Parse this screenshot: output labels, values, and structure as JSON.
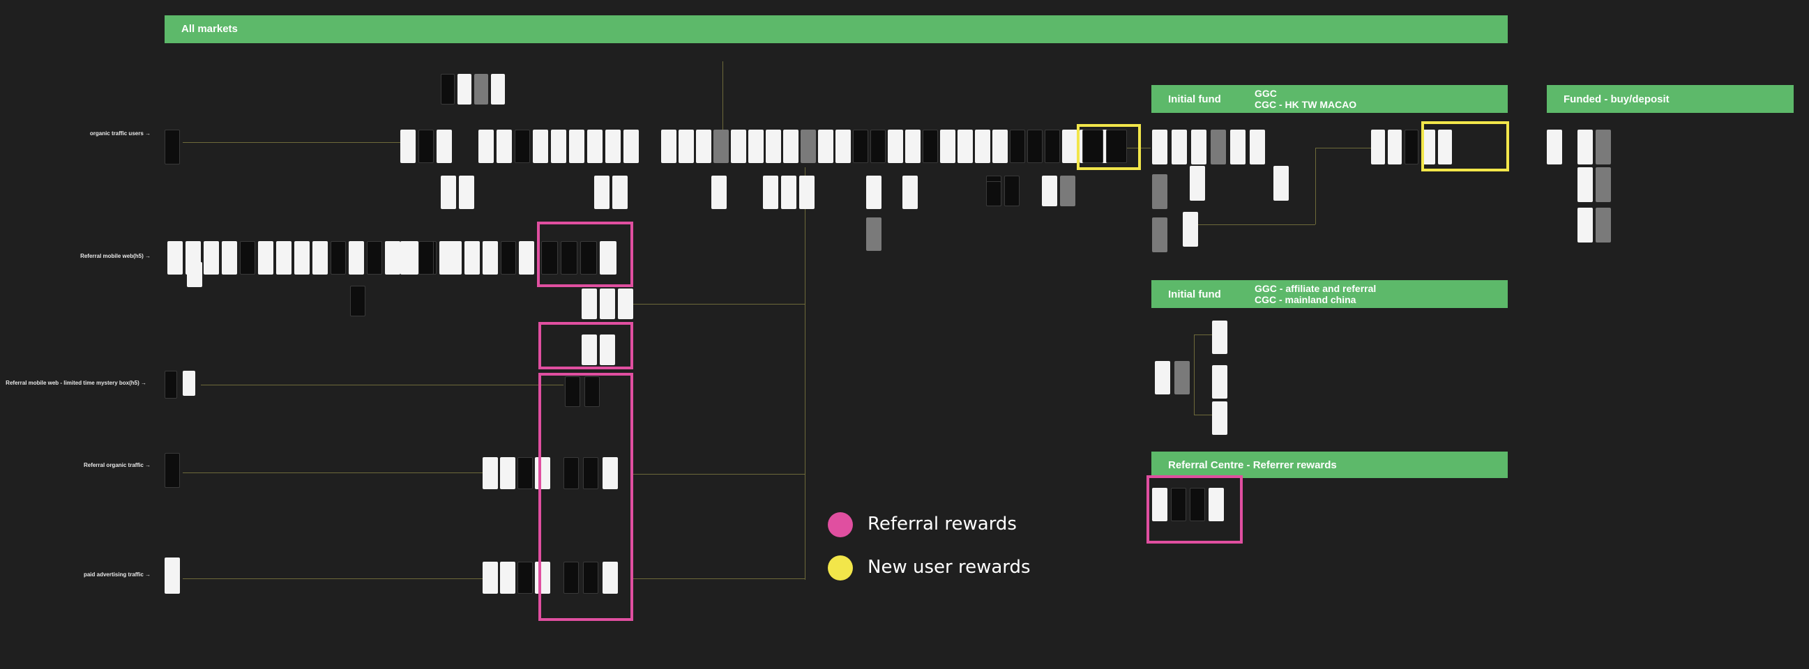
{
  "banners": {
    "all_markets": "All markets",
    "initial_fund_1": {
      "title": "Initial fund",
      "subtitle": "GGC\nCGC - HK TW MACAO"
    },
    "funded": "Funded - buy/deposit",
    "initial_fund_2": {
      "title": "Initial fund",
      "subtitle": "GGC - affiliate and referral\nCGC - mainland china"
    },
    "referral_centre": "Referral Centre - Referrer rewards"
  },
  "rows": {
    "organic": "organic traffic users →",
    "referral_web": "Referral mobile web(h5) →",
    "mystery_box": "Referral mobile web - limited time mystery box(h5) →",
    "referral_organic": "Referral organic traffic →",
    "paid_ads": "paid advertising traffic →"
  },
  "legend": {
    "referral": {
      "label": "Referral rewards",
      "color": "#e04fa0"
    },
    "new_user": {
      "label": "New user rewards",
      "color": "#f2e64a"
    }
  },
  "colors": {
    "background": "#1f1f1f",
    "banner": "#5db96a",
    "connector": "#6e6a3a"
  }
}
